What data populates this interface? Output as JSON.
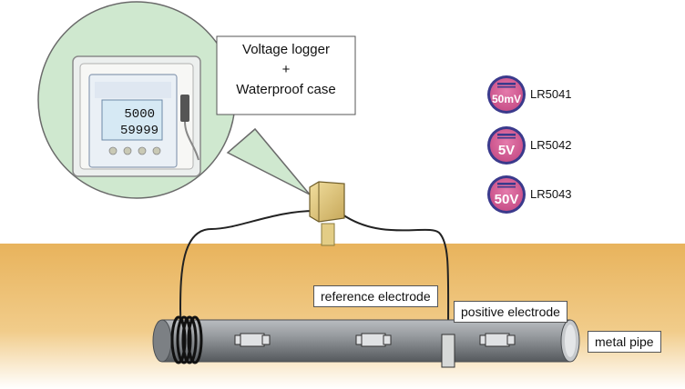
{
  "callout": {
    "line1": "Voltage logger",
    "line2": "+",
    "line3": "Waterproof case"
  },
  "logger_display": {
    "top_reading": "5000",
    "bottom_reading": "59999"
  },
  "models": [
    {
      "range": "50mV",
      "code": "LR5041"
    },
    {
      "range": "5V",
      "code": "LR5042"
    },
    {
      "range": "50V",
      "code": "LR5043"
    }
  ],
  "labels": {
    "reference_electrode": "reference electrode",
    "positive_electrode": "positive electrode",
    "metal_pipe": "metal pipe"
  },
  "colors": {
    "ground_top": "#e8b35c",
    "ground_bottom": "#ffffff",
    "magnifier_fill": "#cfe8cf",
    "badge_fill": "#d9609a",
    "badge_ring": "#3a3a8c",
    "pipe": "#8e9296"
  }
}
